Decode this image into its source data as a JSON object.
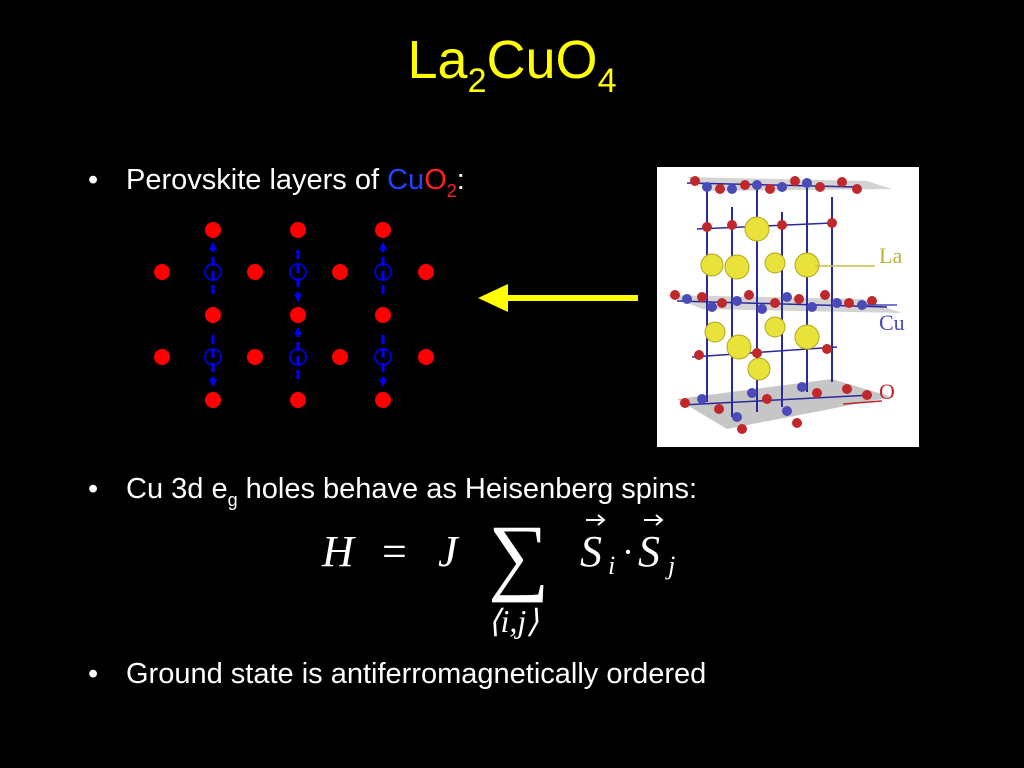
{
  "slide": {
    "title": {
      "base": "La",
      "sub1": "2",
      "mid": "CuO",
      "sub2": "4"
    },
    "bullets": [
      {
        "marker": "•",
        "prefix": "Perovskite layers of ",
        "cu": "Cu",
        "o": "O",
        "sub": "2",
        "suffix": ":"
      },
      {
        "marker": "•",
        "prefix": "Cu 3d e",
        "sub": "g",
        "suffix": " holes behave as Heisenberg spins:"
      },
      {
        "marker": "•",
        "text": "Ground state is antiferromagnetically ordered"
      }
    ],
    "crystal_labels": {
      "la": "La",
      "cu": "Cu",
      "o": "O"
    },
    "equation": {
      "H": "H",
      "eq": "=",
      "J": "J",
      "sum": "∑",
      "S": "S",
      "i": "i",
      "dot": "·",
      "j": "j",
      "range": "⟨i,j⟩"
    }
  },
  "colors": {
    "title": "#ffff00",
    "oxygen": "#ff0000",
    "copper": "#0000cc",
    "spin_arrow": "#0000ff",
    "pointer_arrow": "#ffff00",
    "la_atom": "#e8e23a",
    "cu_atom": "#4a4ab8",
    "o_atom": "#c0282c"
  },
  "lattice": {
    "spins": [
      "up",
      "down",
      "up",
      "down",
      "up",
      "down"
    ]
  }
}
